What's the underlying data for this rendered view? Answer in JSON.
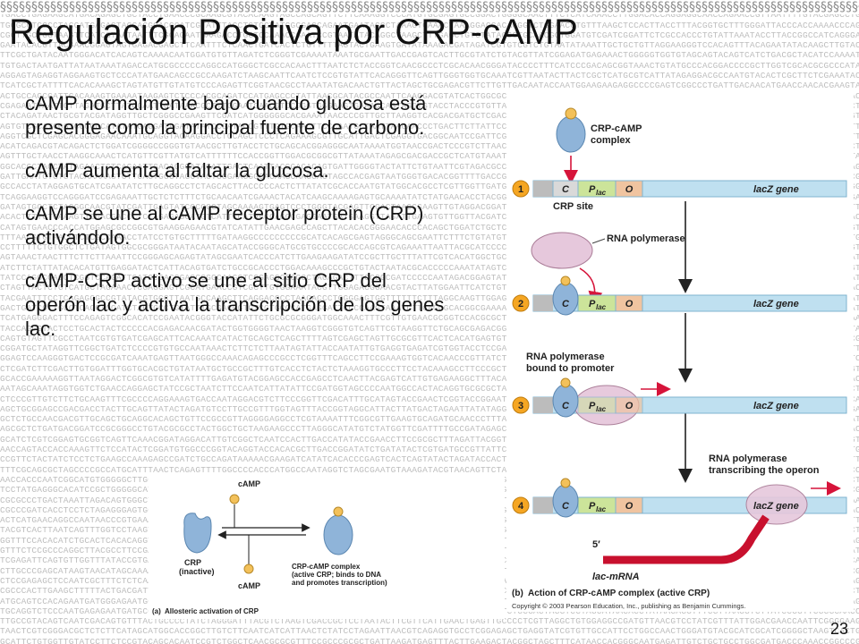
{
  "slide": {
    "title": "Regulación Positiva por CRP-cAMP",
    "page_number": "23"
  },
  "bullets": [
    "cAMP normalmente bajo cuando glucosa está presente como la principal fuente de carbono.",
    "cAMP aumenta al faltar la glucosa.",
    "cAMP se une al cAMP receptor protein (CRP) activándolo.",
    "cAMP-CRP activo se une al sitio CRP del operón lac y activa la transcripción de los genes lac."
  ],
  "panel_b": {
    "crp_camp_label_1": "CRP-cAMP",
    "crp_camp_label_2": "complex",
    "rna_polymerase": "RNA polymerase",
    "crp_site": "CRP site",
    "bound_1": "RNA polymerase",
    "bound_2": "bound to promoter",
    "transcribing_1": "RNA polymerase",
    "transcribing_2": "transcribing the operon",
    "region_c": "C",
    "region_p": "P",
    "region_p_sub": "lac",
    "region_o": "O",
    "lacz_gene": "lacZ gene",
    "five_prime": "5′",
    "mrna": "lac-mRNA",
    "steps": [
      "1",
      "2",
      "3",
      "4"
    ],
    "caption_letter": "(b)",
    "caption": "Action of CRP-cAMP complex (active CRP)",
    "copyright": "Copyright © 2003 Pearson Education, Inc., publishing as Benjamin Cummings."
  },
  "panel_a": {
    "camp_top": "cAMP",
    "crp": "CRP",
    "inactive": "(inactive)",
    "camp_bottom": "cAMP",
    "complex_1": "CRP-cAMP complex",
    "complex_2": "(active CRP; binds to DNA",
    "complex_3": "and promotes transcription)",
    "caption_letter": "(a)",
    "caption": "Allosteric activation of CRP"
  },
  "colors": {
    "dna_bar": "#bfe0f0",
    "dna_outline": "#7fb3cf",
    "crp_blue": "#8fb4d9",
    "polymerase_pink": "#e6c8dc",
    "camp_yellow": "#f3c15a",
    "arrow_red": "#d6143a",
    "mrna_red": "#c8102e",
    "step_badge": "#f5a623"
  }
}
